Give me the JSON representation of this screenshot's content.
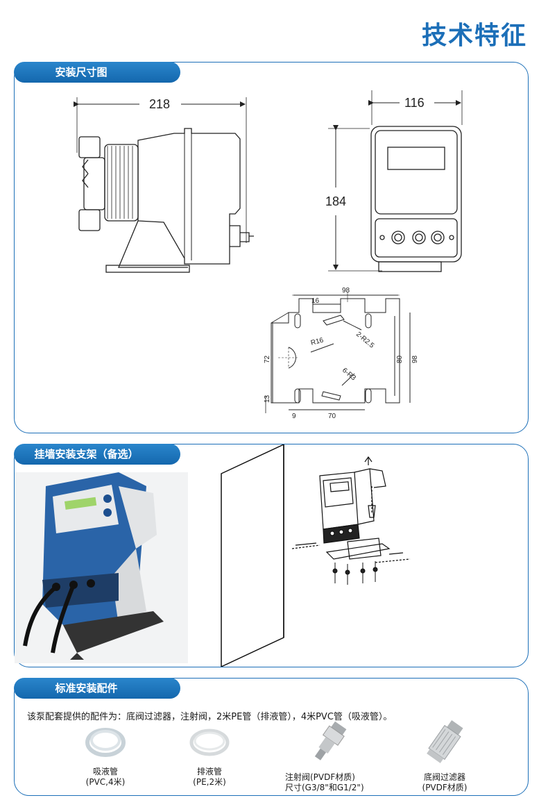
{
  "page_title": "技术特征",
  "section1": {
    "tab": "安装尺寸图",
    "dims": {
      "width": "218",
      "depth": "116",
      "height": "184",
      "plate_w": "98",
      "plate_h": "98",
      "hole_offset": "16",
      "slot_radius": "2-R2.5",
      "circle_radius": "R16",
      "hole_radius": "6-R3",
      "inner_h": "80",
      "left_h": "72",
      "bottom_off": "13",
      "left_off": "9",
      "hole_span": "70"
    }
  },
  "section2": {
    "tab": "挂墙安装支架（备选）"
  },
  "section3": {
    "tab": "标准安装配件",
    "description": "该泵配套提供的配件为：底阀过滤器，注射阀，2米PE管（排液管），4米PVC管（吸液管）。",
    "items": [
      {
        "name": "吸液管",
        "spec": "(PVC,4米)"
      },
      {
        "name": "排液管",
        "spec": "(PE,2米)"
      },
      {
        "name": "注射阀(PVDF材质)",
        "spec": "尺寸(G3/8\"和G1/2\")"
      },
      {
        "name": "底阀过滤器",
        "spec": "(PVDF材质)"
      }
    ]
  }
}
